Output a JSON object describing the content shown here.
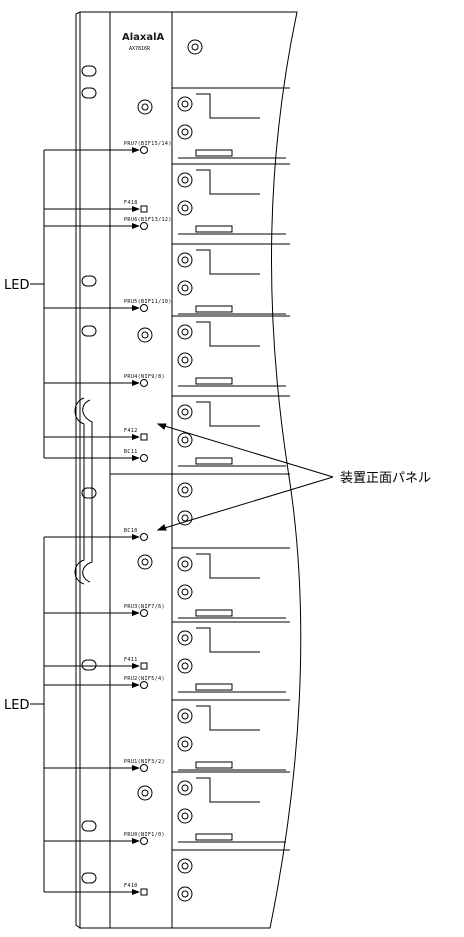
{
  "brand": "AlaxalA",
  "model": "AX7816R",
  "callouts": {
    "led_top": "LED",
    "led_bottom": "LED",
    "front_panel": "装置正面パネル"
  },
  "led_labels": [
    "PRU7(BIF15/14)",
    "F418",
    "PRU6(BIF13/12)",
    "PRU5(BIF11/10)",
    "PRU4(NIF9/8)",
    "F412",
    "BC11",
    "BC10",
    "PRU3(NIF7/6)",
    "F411",
    "PRU2(NIF5/4)",
    "PRU1(NIF3/2)",
    "PRU0(NIF1/0)",
    "F410"
  ]
}
